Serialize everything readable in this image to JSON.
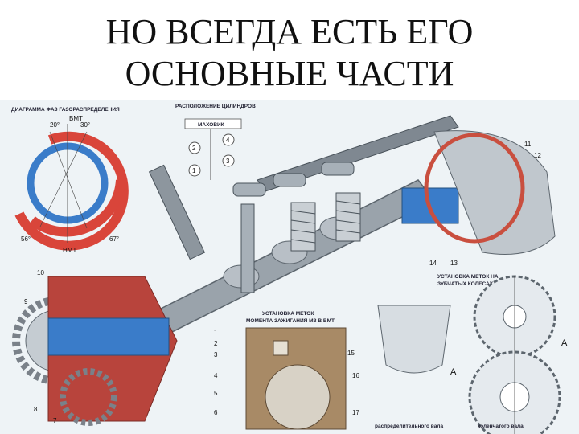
{
  "slide": {
    "title_line1": "НО ВСЕГДА ЕСТЬ ЕГО",
    "title_line2": "ОСНОВНЫЕ ЧАСТИ"
  },
  "figure": {
    "timing_diagram_title": "ДИАГРАММА ФАЗ ГАЗОРАСПРЕДЕЛЕНИЯ",
    "cylinder_layout_title": "РАСПОЛОЖЕНИЕ ЦИЛИНДРОВ",
    "flywheel_label": "МАХОВИК",
    "vmt": "ВМТ",
    "nmt": "НМТ",
    "angle_20": "20°",
    "angle_30": "30°",
    "angle_56": "56°",
    "angle_67": "67°",
    "cyl_1": "1",
    "cyl_2": "2",
    "cyl_3": "3",
    "cyl_4": "4",
    "gear_marks_label_1": "УСТАНОВКА МЕТОК НА",
    "gear_marks_label_2": "ЗУБЧАТЫХ КОЛЕСАХ",
    "ignition_label_1": "УСТАНОВКА МЕТОК",
    "ignition_label_2": "МОМЕНТА ЗАЖИГАНИЯ МЗ В ВМТ",
    "letter_a": "A",
    "caption_left": "распределительного вала",
    "caption_right": "коленчатого вала",
    "callouts": {
      "n1": "1",
      "n2": "2",
      "n3": "3",
      "n4": "4",
      "n5": "5",
      "n6": "6",
      "n7": "7",
      "n8": "8",
      "n9": "9",
      "n10": "10",
      "n11": "11",
      "n12": "12",
      "n13": "13",
      "n14": "14",
      "n15": "15",
      "n16": "16",
      "n17": "17"
    }
  },
  "colors": {
    "red": "#d9453a",
    "blue": "#3a7cc9",
    "metal": "#9aa3ab",
    "dark_metal": "#5d666e",
    "gear_red": "#b8443c",
    "background": "#eef3f6"
  }
}
